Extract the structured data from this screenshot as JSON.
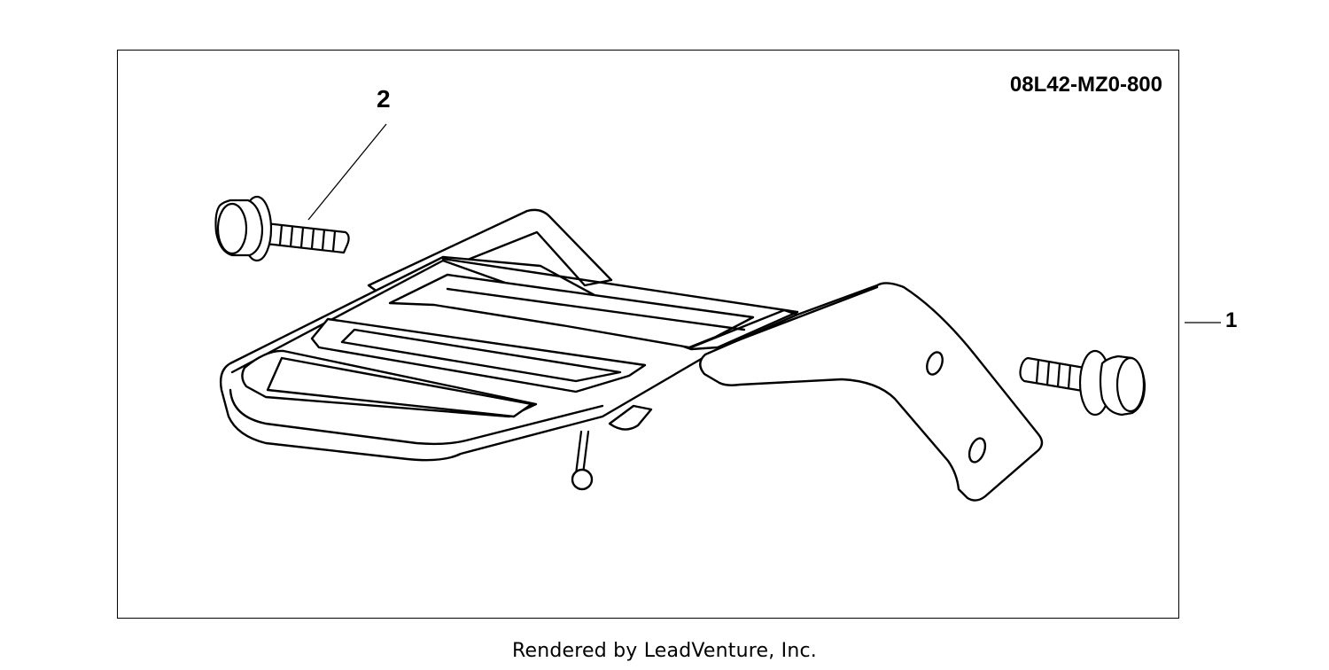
{
  "diagram": {
    "part_number": "08L42-MZ0-800",
    "callouts": [
      {
        "label": "1",
        "part": "rear-carrier-rack"
      },
      {
        "label": "2",
        "part": "flange-bolt"
      }
    ]
  },
  "footer": {
    "text": "Rendered by LeadVenture, Inc."
  }
}
